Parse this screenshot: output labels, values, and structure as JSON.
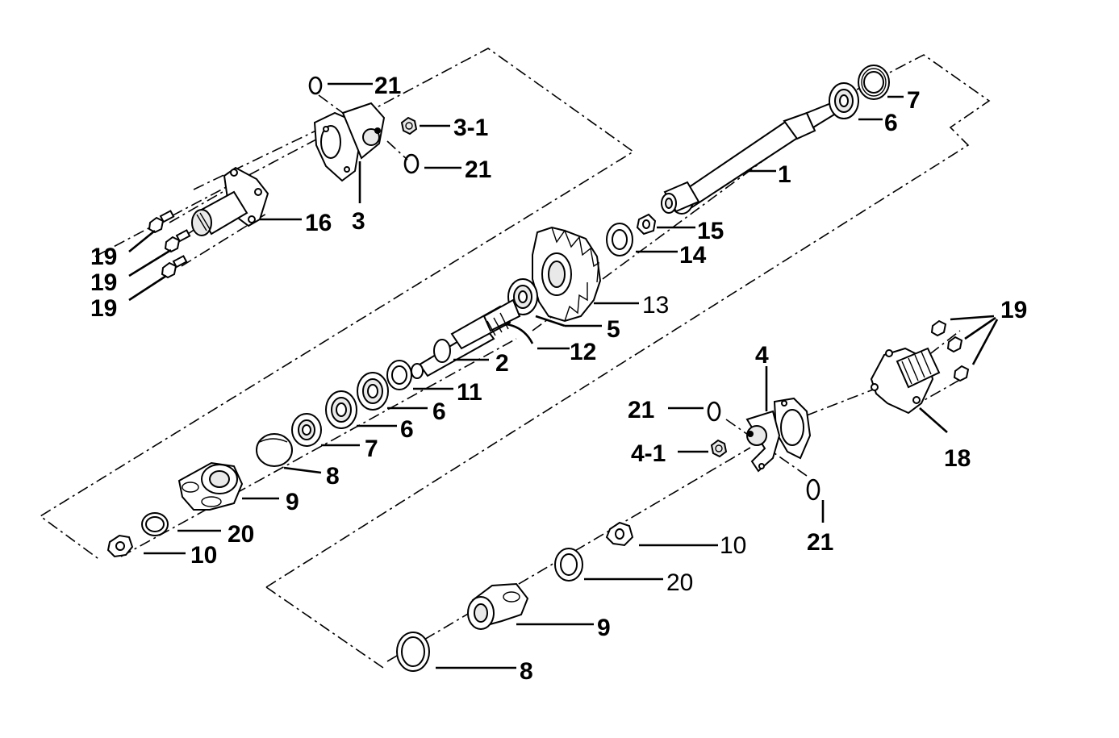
{
  "callouts": [
    {
      "id": "c21a",
      "text": "21"
    },
    {
      "id": "c3_1",
      "text": "3-1"
    },
    {
      "id": "c21b",
      "text": "21"
    },
    {
      "id": "c3",
      "text": "3"
    },
    {
      "id": "c16",
      "text": "16"
    },
    {
      "id": "c19a",
      "text": "19"
    },
    {
      "id": "c19b",
      "text": "19"
    },
    {
      "id": "c19c",
      "text": "19"
    },
    {
      "id": "c7a",
      "text": "7"
    },
    {
      "id": "c6a",
      "text": "6"
    },
    {
      "id": "c1",
      "text": "1"
    },
    {
      "id": "c15",
      "text": "15"
    },
    {
      "id": "c14",
      "text": "14"
    },
    {
      "id": "c13",
      "text": "13"
    },
    {
      "id": "c5",
      "text": "5"
    },
    {
      "id": "c12",
      "text": "12"
    },
    {
      "id": "c2",
      "text": "2"
    },
    {
      "id": "c11",
      "text": "11"
    },
    {
      "id": "c6b",
      "text": "6"
    },
    {
      "id": "c6c",
      "text": "6"
    },
    {
      "id": "c7b",
      "text": "7"
    },
    {
      "id": "c8a",
      "text": "8"
    },
    {
      "id": "c9a",
      "text": "9"
    },
    {
      "id": "c20a",
      "text": "20"
    },
    {
      "id": "c10a",
      "text": "10"
    },
    {
      "id": "c19d",
      "text": "19"
    },
    {
      "id": "c4",
      "text": "4"
    },
    {
      "id": "c21c",
      "text": "21"
    },
    {
      "id": "c4_1",
      "text": "4-1"
    },
    {
      "id": "c18",
      "text": "18"
    },
    {
      "id": "c21d",
      "text": "21"
    },
    {
      "id": "c10b",
      "text": "10"
    },
    {
      "id": "c20b",
      "text": "20"
    },
    {
      "id": "c9b",
      "text": "9"
    },
    {
      "id": "c8b",
      "text": "8"
    }
  ]
}
